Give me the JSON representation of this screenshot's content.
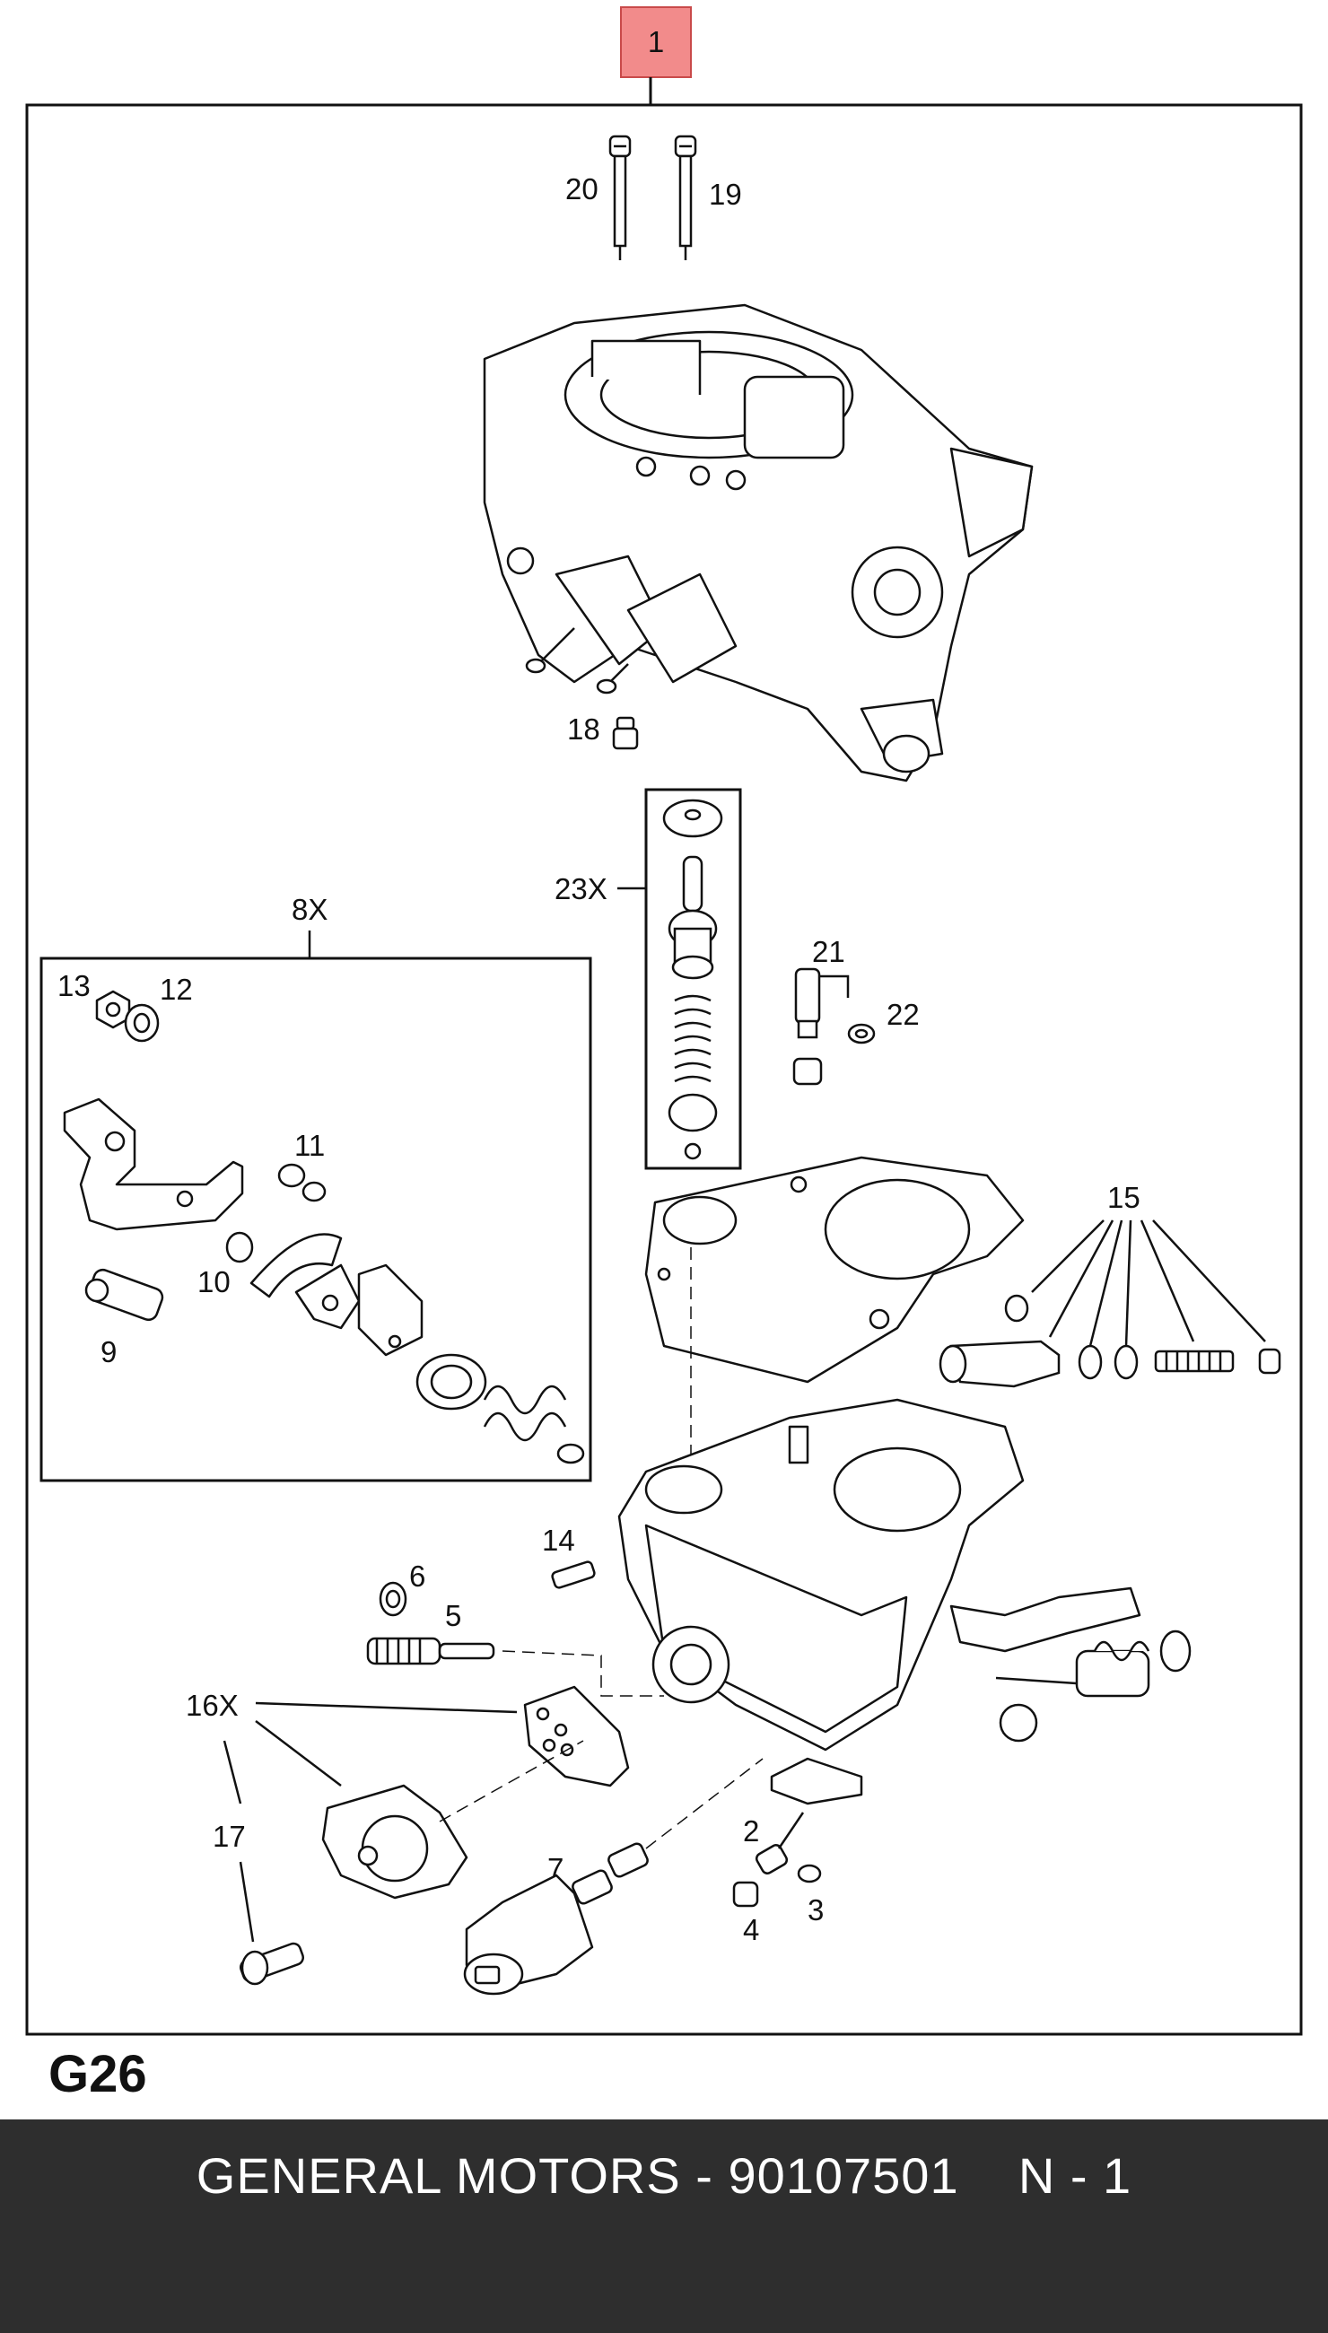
{
  "page_tag": {
    "label": "1",
    "color": "#f28b8b"
  },
  "callouts": {
    "c20": "20",
    "c19": "19",
    "c18": "18",
    "c23x": "23X",
    "c8x": "8X",
    "c13": "13",
    "c12": "12",
    "c11": "11",
    "c10": "10",
    "c9": "9",
    "c21": "21",
    "c22": "22",
    "c15": "15",
    "c14": "14",
    "c6": "6",
    "c5": "5",
    "c16x": "16X",
    "c17": "17",
    "c7": "7",
    "c2": "2",
    "c3": "3",
    "c4": "4"
  },
  "figure_code": "G26",
  "footer": {
    "brand": "GENERAL MOTORS",
    "separator": " - ",
    "part_number": "90107501",
    "quantity": "N - 1",
    "background": "#2e2e2e"
  }
}
